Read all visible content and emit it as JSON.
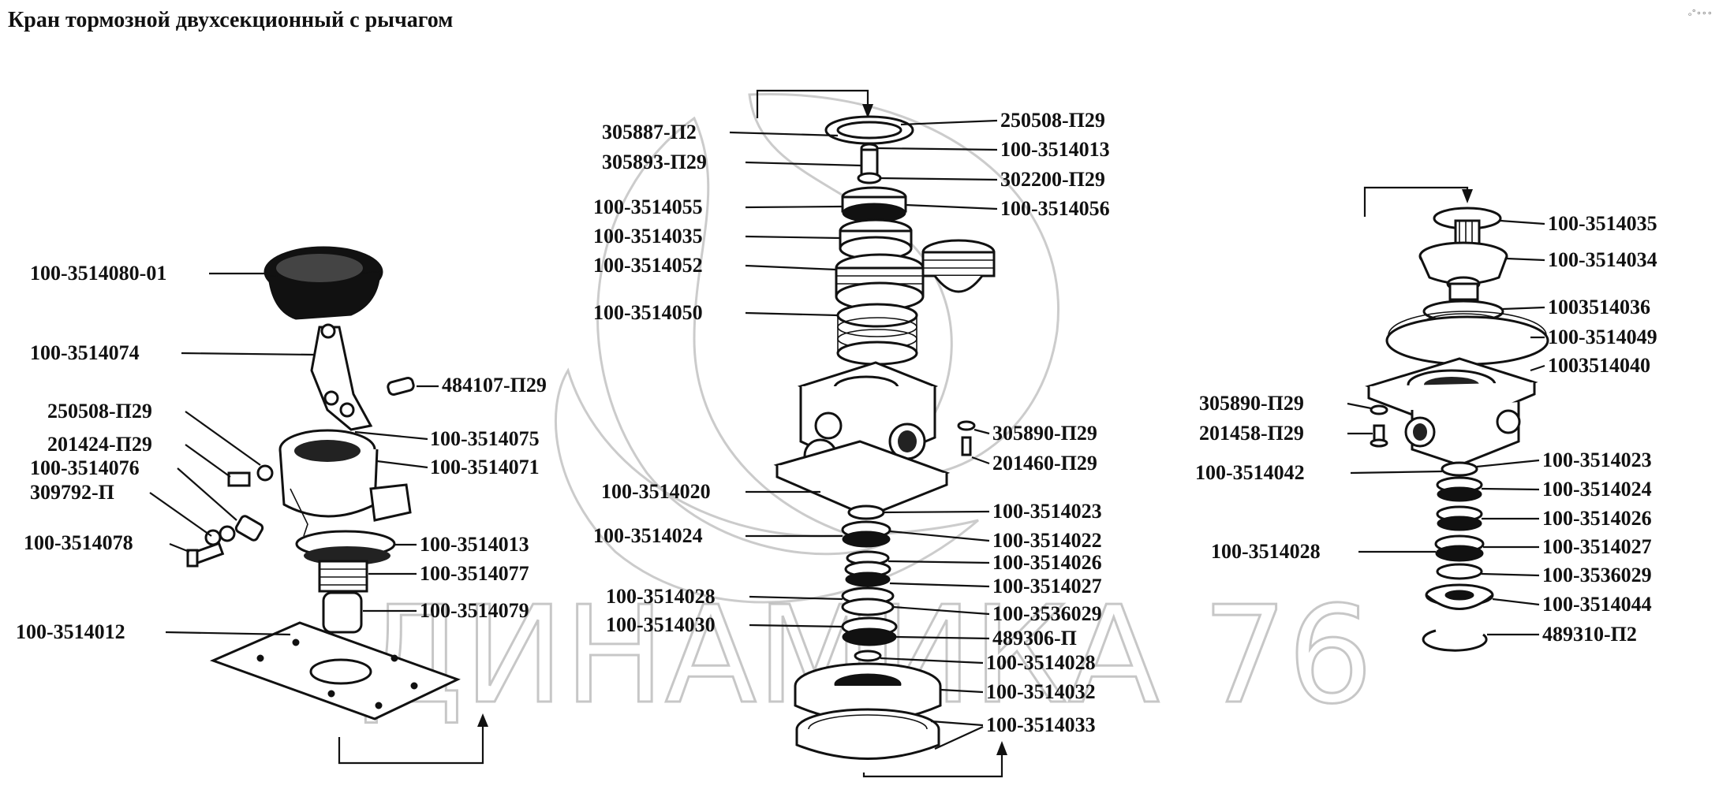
{
  "title": "Кран тормозной двухсекционный с рычагом",
  "corner_mark": "ₒ°∘∘∘",
  "watermark": "ДИНАМИКА 76",
  "labels": {
    "l_3514080": "100-3514080-01",
    "l_3514074": "100-3514074",
    "l_484107": "484107-П29",
    "l_250508a": "250508-П29",
    "l_201424": "201424-П29",
    "l_3514076": "100-3514076",
    "l_309792": "309792-П",
    "l_3514078": "100-3514078",
    "l_3514075": "100-3514075",
    "l_3514071": "100-3514071",
    "l_3514013a": "100-3514013",
    "l_3514077": "100-3514077",
    "l_3514079": "100-3514079",
    "l_3514012": "100-3514012",
    "c_305887": "305887-П2",
    "c_305893": "305893-П29",
    "c_3514055": "100-3514055",
    "c_3514035": "100-3514035",
    "c_3514052": "100-3514052",
    "c_3514050": "100-3514050",
    "c_3514020": "100-3514020",
    "c_3514024": "100-3514024",
    "c_3514028": "100-3514028",
    "c_3514030": "100-3514030",
    "c_250508": "250508-П29",
    "c_3514013": "100-3514013",
    "c_302200": "302200-П29",
    "c_3514056": "100-3514056",
    "c_305890": "305890-П29",
    "c_201460": "201460-П29",
    "c_3514023": "100-3514023",
    "c_3514022": "100-3514022",
    "c_3514026": "100-3514026",
    "c_3514027": "100-3514027",
    "c_3536029": "100-3536029",
    "c_489306": "489306-П",
    "c_3514028b": "100-3514028",
    "c_3514032": "100-3514032",
    "c_3514033": "100-3514033",
    "r_3514035": "100-3514035",
    "r_3514034": "100-3514034",
    "r_1003514036": "1003514036",
    "r_3514049": "100-3514049",
    "r_1003514040": "1003514040",
    "r_305890": "305890-П29",
    "r_201458": "201458-П29",
    "r_3514042": "100-3514042",
    "r_3514028": "100-3514028",
    "r_3514023": "100-3514023",
    "r_3514024": "100-3514024",
    "r_3514026": "100-3514026",
    "r_3514027": "100-3514027",
    "r_3536029": "100-3536029",
    "r_3514044": "100-3514044",
    "r_489310": "489310-П2"
  }
}
